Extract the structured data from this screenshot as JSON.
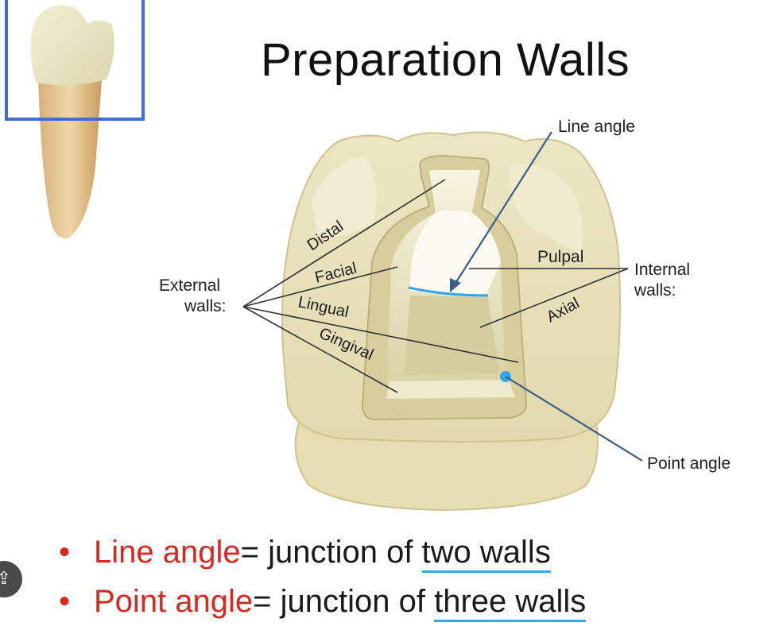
{
  "title": "Preparation Walls",
  "labels": {
    "line_angle": "Line angle",
    "point_angle": "Point angle",
    "external_walls_line1": "External",
    "external_walls_line2": "walls:",
    "internal_walls_line1": "Internal",
    "internal_walls_line2": "walls:",
    "distal": "Distal",
    "facial": "Facial",
    "lingual": "Lingual",
    "gingival": "Gingival",
    "pulpal": "Pulpal",
    "axial": "Axial"
  },
  "bullets": [
    {
      "term": "Line angle",
      "sep": "= junction of ",
      "emph": "two walls"
    },
    {
      "term": "Point angle",
      "sep": "= junction of ",
      "emph": "three walls"
    }
  ],
  "colors": {
    "accent_red": "#d9281f",
    "underline_blue": "#33a7e8",
    "frame_blue": "#3f6fd6",
    "tooth_crown": "#e9e4c4",
    "tooth_root": "#e3c48e"
  },
  "icons": {
    "share": "share-icon"
  }
}
